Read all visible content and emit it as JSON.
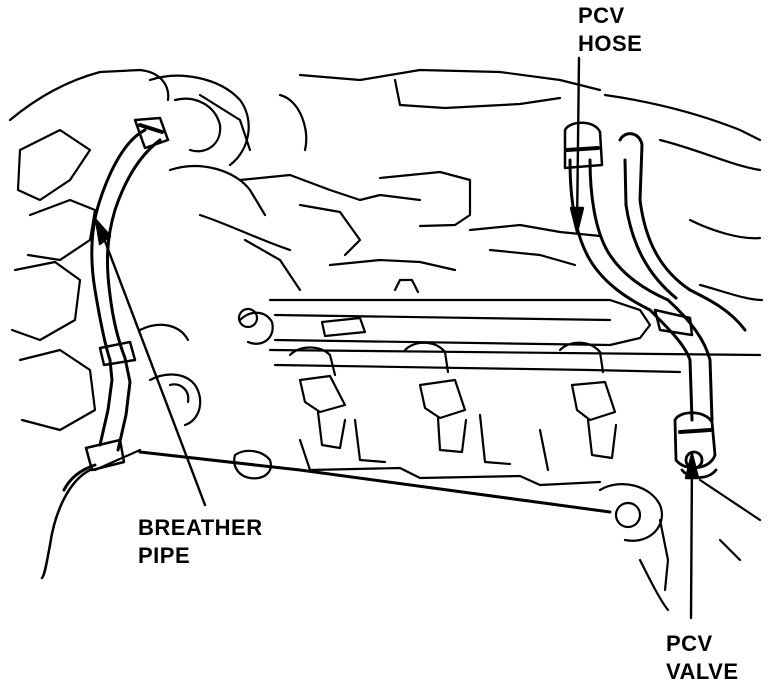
{
  "labels": {
    "pcv_hose": {
      "line1": "PCV",
      "line2": "HOSE"
    },
    "breather_pipe": {
      "line1": "BREATHER",
      "line2": "PIPE"
    },
    "pcv_valve": {
      "line1": "PCV",
      "line2": "VALVE"
    }
  },
  "colors": {
    "ink": "#000000",
    "paper": "#ffffff"
  }
}
